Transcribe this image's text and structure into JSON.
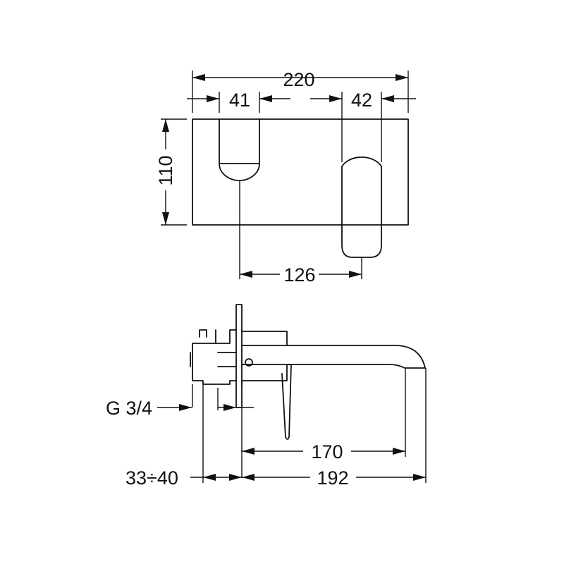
{
  "dimensions": {
    "overall_width": "220",
    "outlet_width": "41",
    "lever_width": "42",
    "plate_height": "110",
    "axis_distance": "126",
    "connection": "G 3/4",
    "spout_reach_inner": "170",
    "wall_range": "33÷40",
    "spout_reach_total": "192"
  }
}
